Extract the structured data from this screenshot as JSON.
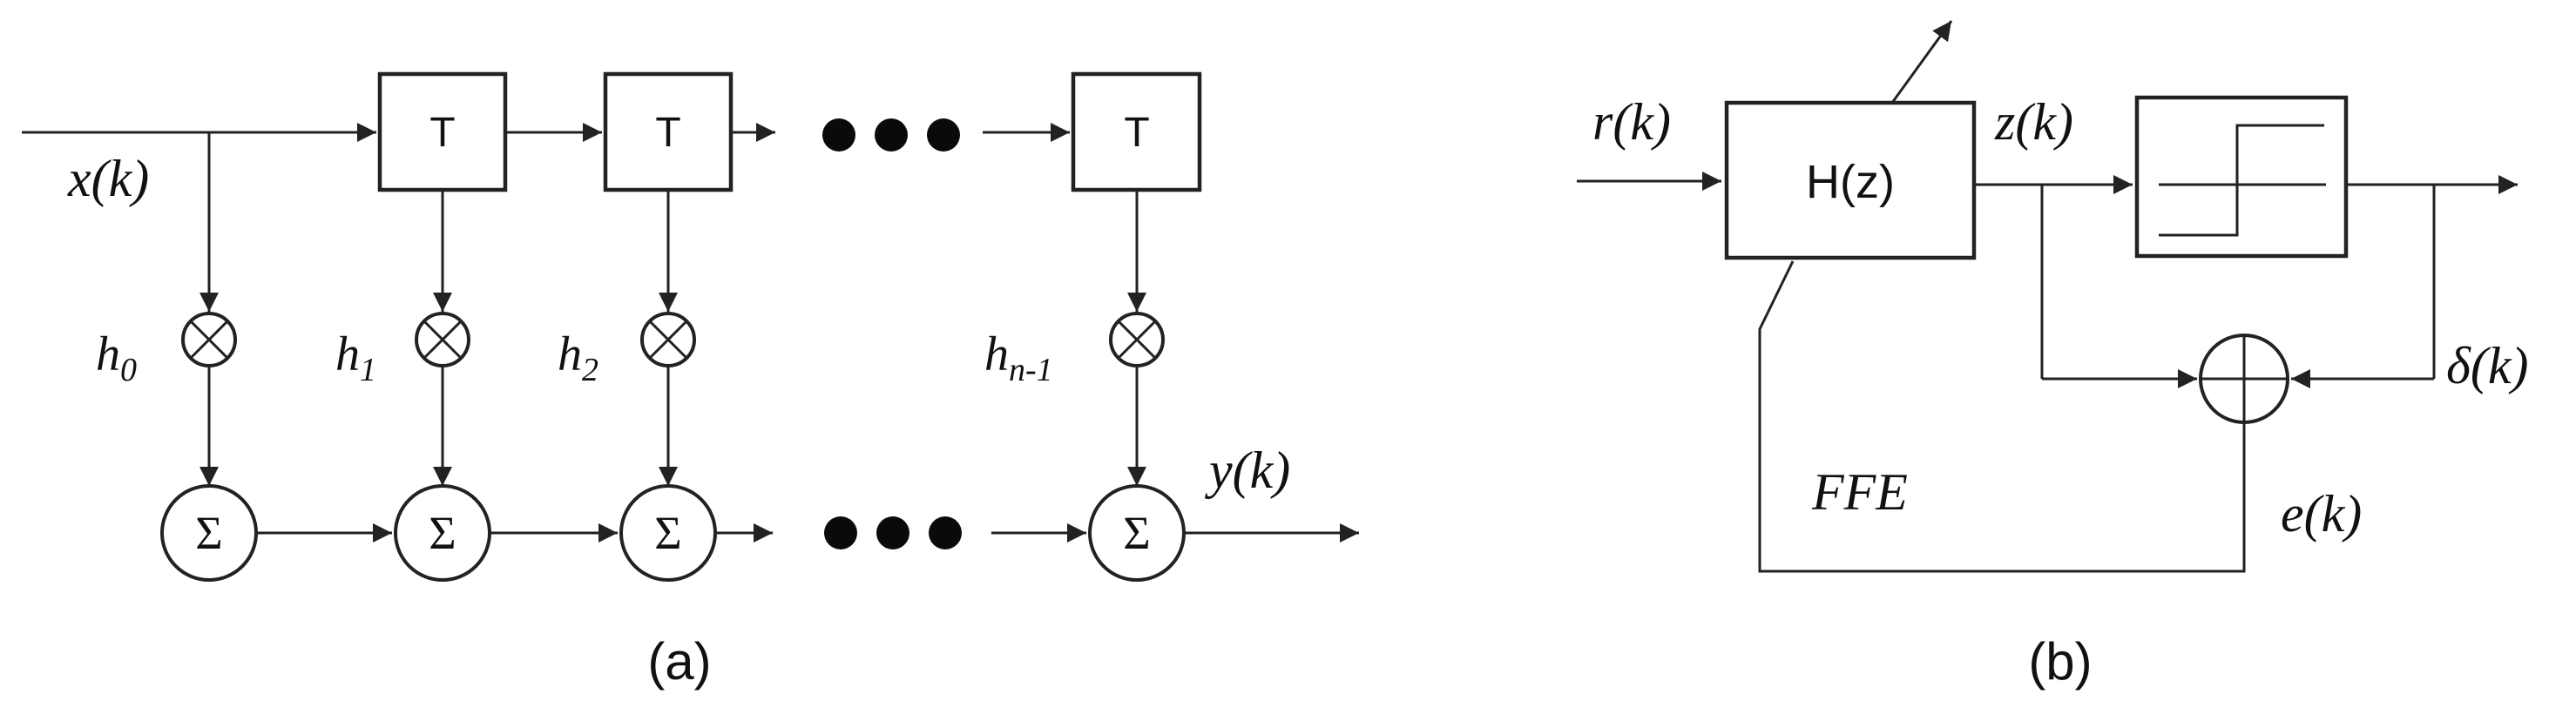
{
  "panel_a": {
    "caption": "(a)",
    "input_label": "x(k)",
    "output_label": "y(k)",
    "delay_label": "T",
    "sum_symbol": "Σ",
    "taps": [
      {
        "base": "h",
        "sub": "0"
      },
      {
        "base": "h",
        "sub": "1"
      },
      {
        "base": "h",
        "sub": "2"
      },
      {
        "base": "h",
        "sub": "n-1"
      }
    ]
  },
  "panel_b": {
    "caption": "(b)",
    "input_label": "r(k)",
    "filter_label": "H(z)",
    "filter_output_label": "z(k)",
    "decision_label": "δ(k)",
    "error_label": "e(k)",
    "ffe_label": "FFE"
  },
  "colors": {
    "stroke": "#222222",
    "background": "#ffffff"
  },
  "icons": [
    "multiplier-icon",
    "summer-icon",
    "slicer-icon",
    "adder-icon"
  ]
}
